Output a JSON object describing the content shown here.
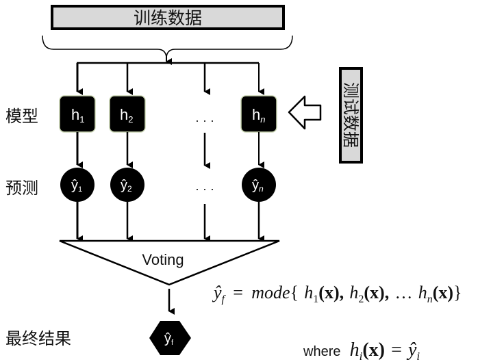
{
  "training_data": {
    "label": "训练数据"
  },
  "test_data": {
    "label": "测试数据"
  },
  "row_labels": {
    "models": "模型",
    "predictions": "预测",
    "final": "最终结果"
  },
  "models": [
    {
      "base": "h",
      "sub": "1"
    },
    {
      "base": "h",
      "sub": "2"
    },
    {
      "base": "h",
      "sub": "n"
    }
  ],
  "predictions": [
    {
      "base": "ŷ",
      "sub": "1"
    },
    {
      "base": "ŷ",
      "sub": "2"
    },
    {
      "base": "ŷ",
      "sub": "n"
    }
  ],
  "ellipsis": "· · ·",
  "voting": {
    "label": "Voting"
  },
  "final_output": {
    "base": "ŷ",
    "sub": "f"
  },
  "formula": {
    "lhs_base": "ŷ",
    "lhs_sub": "f",
    "equals": "=",
    "func": "mode",
    "open": "{",
    "t1_base": "h",
    "t1_sub": "1",
    "t1_arg": "(x),",
    "t2_base": "h",
    "t2_sub": "2",
    "t2_arg": "(x),",
    "dots": "…",
    "tn_base": "h",
    "tn_sub": "n",
    "tn_arg": "(x)",
    "close": "}"
  },
  "where_clause": {
    "word": "where",
    "h_base": "h",
    "h_sub": "i",
    "h_arg": "(x)",
    "equals": "=",
    "y_base": "ŷ",
    "y_sub": "i"
  },
  "colors": {
    "box_fill": "#d9d9d9",
    "node_fill": "#000000",
    "node_border": "#c8d4b0",
    "line": "#000000"
  }
}
